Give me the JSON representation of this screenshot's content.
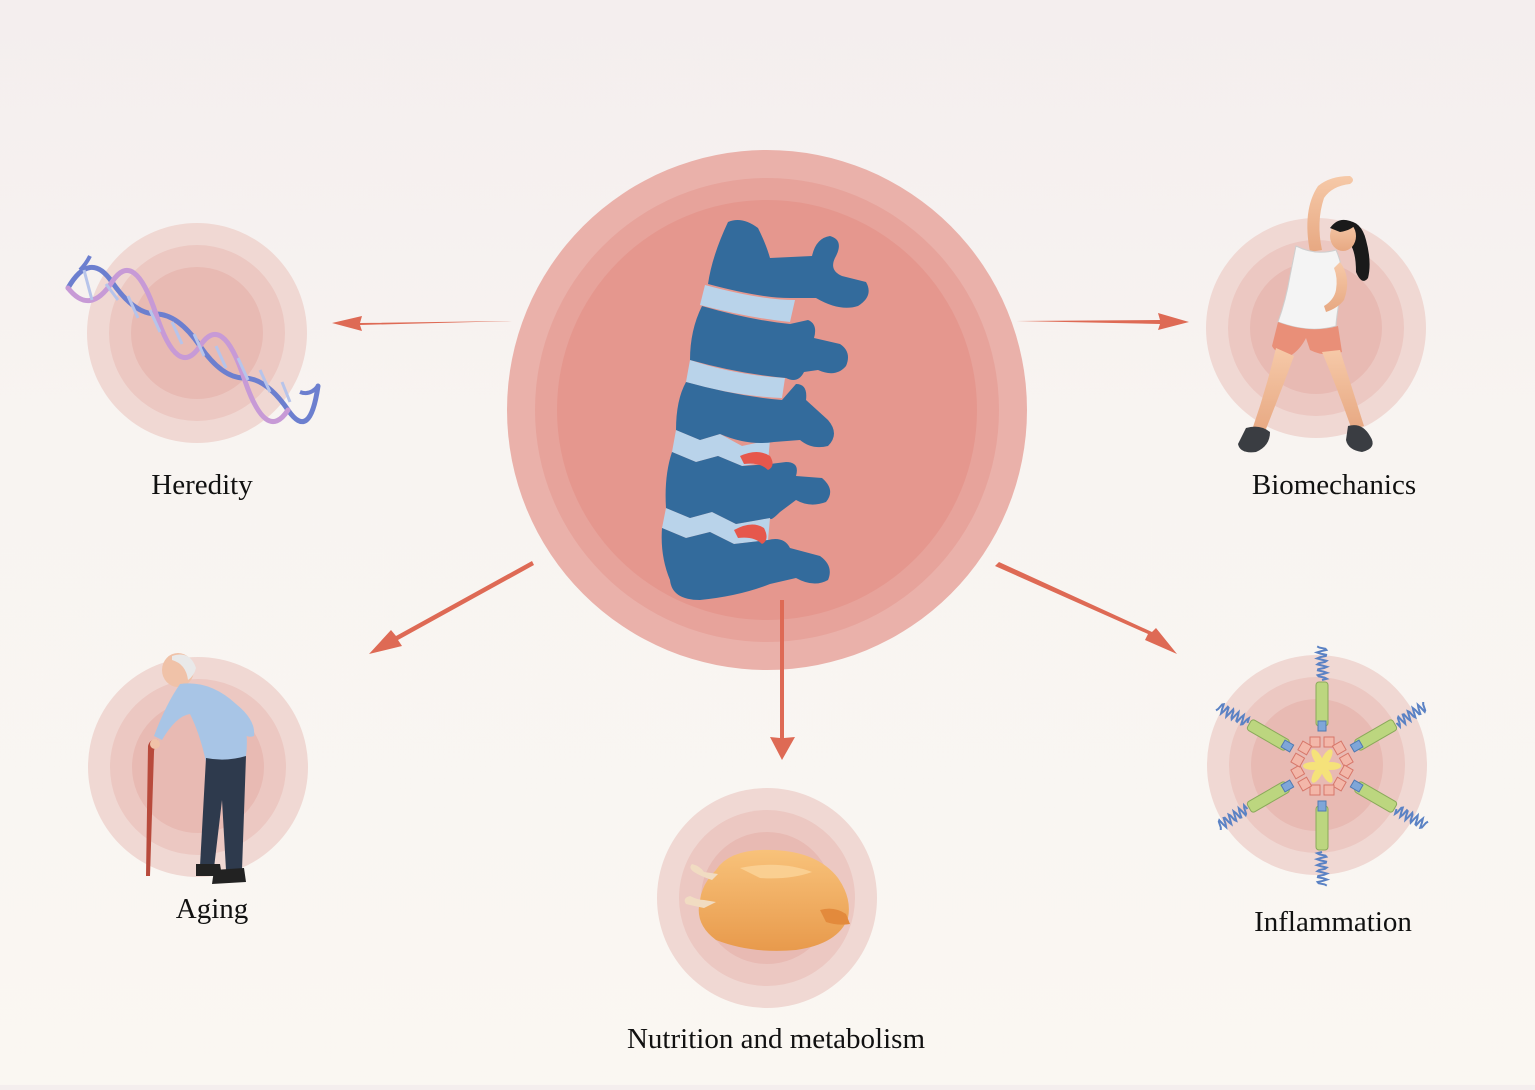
{
  "diagram": {
    "center": {
      "name": "intervertebral-disc-degeneration"
    },
    "factors": [
      {
        "id": "heredity",
        "label": "Heredity",
        "icon": "dna-helix-icon"
      },
      {
        "id": "biomechanics",
        "label": "Biomechanics",
        "icon": "stretching-woman-icon"
      },
      {
        "id": "aging",
        "label": "Aging",
        "icon": "elderly-man-with-cane-icon"
      },
      {
        "id": "nutrition",
        "label": "Nutrition and metabolism",
        "icon": "roast-chicken-icon"
      },
      {
        "id": "inflammation",
        "label": "Inflammation",
        "icon": "cytokine-receptor-icon"
      }
    ],
    "colors": {
      "arrow": "#de6a55",
      "halo": "#e8b4ac",
      "center_core": "#e49990",
      "vertebra": "#336b9c",
      "disc": "#b9d3ea",
      "herniation": "#e6574c"
    }
  }
}
